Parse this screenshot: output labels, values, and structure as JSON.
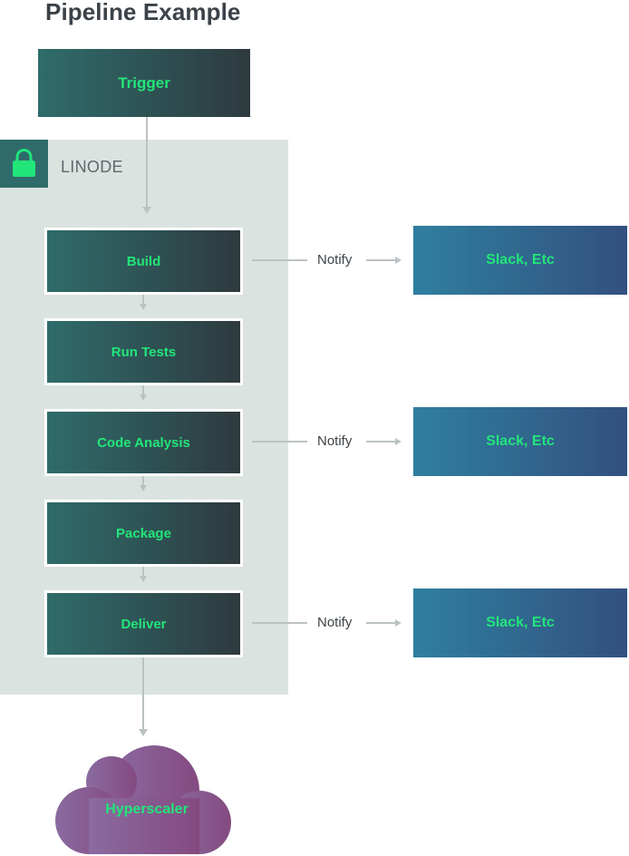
{
  "title": "Pipeline Example",
  "panel": {
    "label": "LINODE",
    "icon": "lock-icon"
  },
  "trigger": {
    "label": "Trigger"
  },
  "steps": [
    {
      "label": "Build",
      "notify": true
    },
    {
      "label": "Run Tests",
      "notify": false
    },
    {
      "label": "Code Analysis",
      "notify": true
    },
    {
      "label": "Package",
      "notify": false
    },
    {
      "label": "Deliver",
      "notify": true
    }
  ],
  "notify_label": "Notify",
  "targets": [
    {
      "label": "Slack, Etc"
    },
    {
      "label": "Slack, Etc"
    },
    {
      "label": "Slack, Etc"
    }
  ],
  "destination": {
    "label": "Hyperscaler",
    "icon": "cloud-icon"
  },
  "colors": {
    "node_text": "#22e57a",
    "node_gradient_start": "#2f6c6b",
    "node_gradient_end": "#2e3a3f",
    "slack_gradient_start": "#2f7fa0",
    "slack_gradient_end": "#33507f",
    "panel_bg": "#dbe3e0",
    "cloud_start": "#8a6ba0",
    "cloud_end": "#844a80",
    "arrow": "#bcc2c4"
  }
}
